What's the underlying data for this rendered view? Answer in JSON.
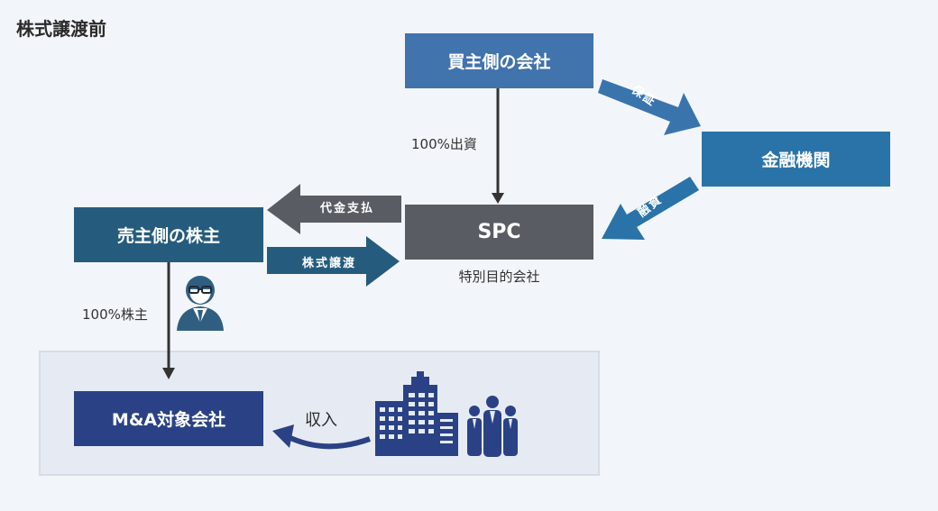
{
  "title": "株式譲渡前",
  "boxes": {
    "buyer": "買主側の会社",
    "finance": "金融機関",
    "spc": "SPC",
    "spc_sub": "特別目的会社",
    "seller": "売主側の株主",
    "target": "M&A対象会社"
  },
  "labels": {
    "buyer_investment": "100%出資",
    "seller_shares": "100%株主",
    "income": "収入"
  },
  "arrows": {
    "payment": "代金支払",
    "transfer": "株式譲渡",
    "guarantee": "保証",
    "loan": "融資"
  },
  "icons": [
    "person-icon",
    "buildings-icon",
    "people-icon"
  ],
  "colors": {
    "buyer": "#4173ad",
    "finance": "#2a73a8",
    "spc": "#595d63",
    "seller": "#255c7d",
    "target": "#2a4285"
  }
}
